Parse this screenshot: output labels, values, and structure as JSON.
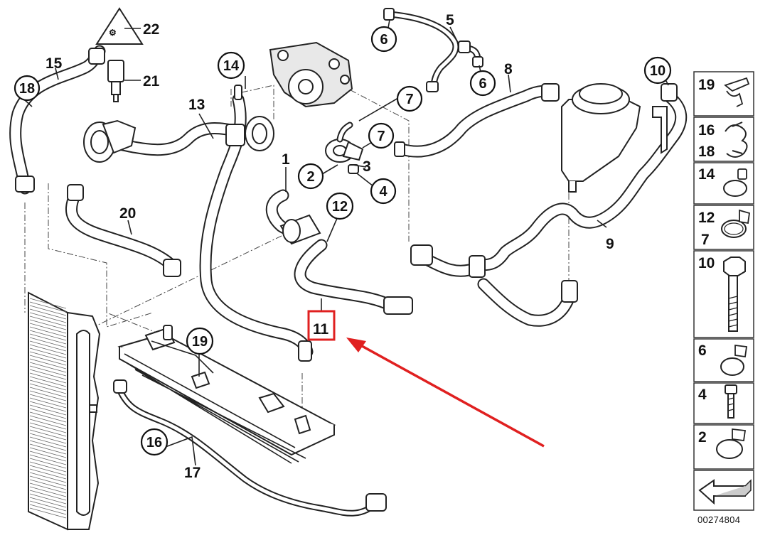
{
  "diagram": {
    "callouts": [
      "1",
      "3",
      "5",
      "8",
      "9",
      "13",
      "15",
      "17",
      "20",
      "21",
      "22"
    ],
    "circled_callouts": [
      "2",
      "4",
      "6",
      "6",
      "7",
      "7",
      "10",
      "12",
      "14",
      "16",
      "18",
      "19"
    ],
    "highlighted_callout": "11",
    "highlight_color": "#e02020",
    "arrow_color": "#e02020",
    "line_color": "#222222",
    "fill_color": "#ffffff"
  },
  "sidebar": {
    "rows": [
      {
        "top": "19",
        "bottom": ""
      },
      {
        "top": "16",
        "bottom": "18"
      },
      {
        "top": "14",
        "bottom": ""
      },
      {
        "top": "12",
        "bottom": "7"
      },
      {
        "top": "10",
        "bottom": ""
      },
      {
        "top": "6",
        "bottom": ""
      },
      {
        "top": "4",
        "bottom": ""
      },
      {
        "top": "2",
        "bottom": ""
      }
    ],
    "icons": [
      "spring-clip-icon",
      "double-clip-icon",
      "hose-clamp-icon",
      "hose-clamp-icon",
      "hex-bolt-icon",
      "hose-clamp-icon",
      "screw-icon",
      "hose-clamp-icon",
      "arrow-icon"
    ]
  },
  "footer": {
    "doc_number": "00274804"
  }
}
